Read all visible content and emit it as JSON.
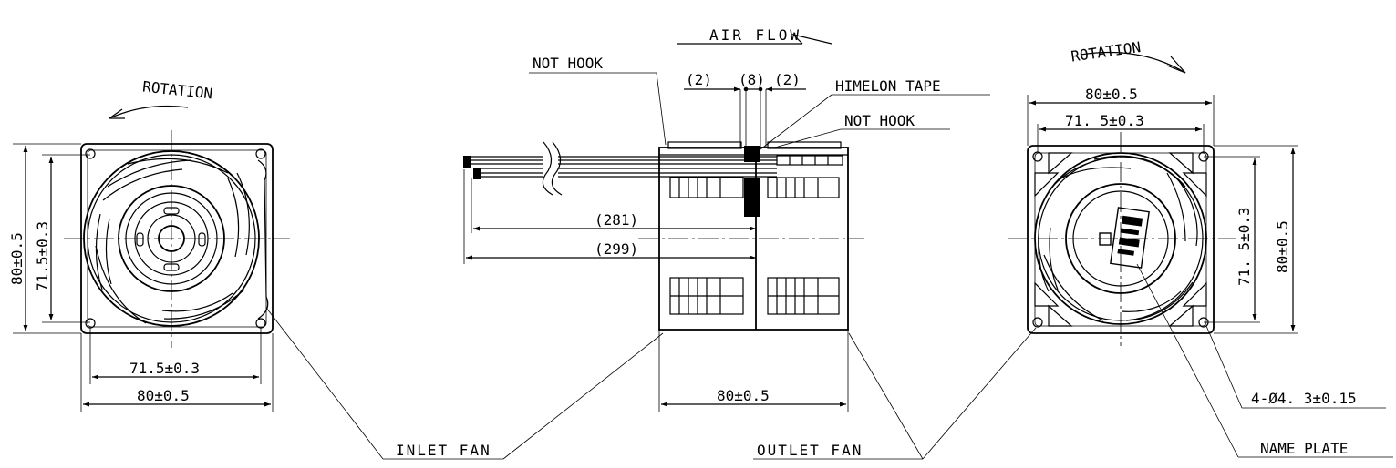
{
  "colors": {
    "ink": "#000000",
    "paper": "#ffffff"
  },
  "labels": {
    "rotation_left": "ROTATION",
    "rotation_right": "ROTATION",
    "air_flow": "AIR FLOW",
    "not_hook_top": "NOT HOOK",
    "himelon_tape": "HIMELON TAPE",
    "not_hook_right": "NOT HOOK",
    "inlet_fan": "INLET FAN",
    "outlet_fan": "OUTLET FAN",
    "name_plate": "NAME PLATE"
  },
  "dimensions": {
    "left_height_outer": "80±0.5",
    "left_height_inner": "71.5±0.3",
    "left_width_inner": "71.5±0.3",
    "left_width_outer": "80±0.5",
    "gap_left": "(2)",
    "gap_mid": "(8)",
    "gap_right": "(2)",
    "lead_length_1": "(281)",
    "lead_length_2": "(299)",
    "side_width": "80±0.5",
    "right_width_outer": "80±0.5",
    "right_width_inner": "71. 5±0.3",
    "right_height_inner": "71. 5±0.3",
    "right_height_outer": "80±0.5",
    "hole_spec": "4-Ø4. 3±0.15"
  }
}
